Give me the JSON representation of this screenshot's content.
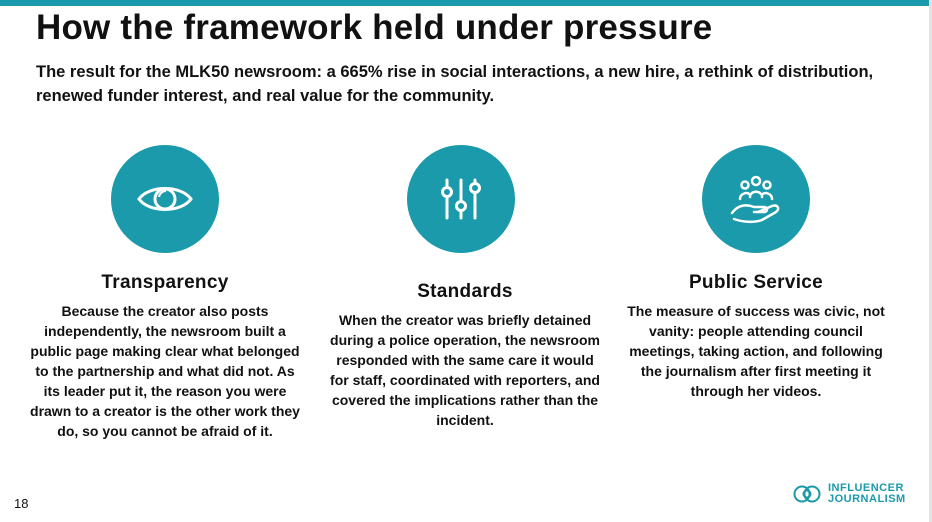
{
  "slide": {
    "title": "How the framework held under pressure",
    "subtitle": "The result for the MLK50 newsroom: a 665% rise in social interactions, a new hire, a rethink of distribution, renewed funder interest, and real value for the community.",
    "page_number": "18"
  },
  "columns": [
    {
      "icon": "eye-icon",
      "title": "Transparency",
      "text": "Because the creator also posts independently, the newsroom built a public page making clear what belonged to the partnership and what did not. As its leader put it, the reason you were drawn to a creator is the other work they do, so you cannot be afraid of it."
    },
    {
      "icon": "sliders-icon",
      "title": "Standards",
      "text": "When the creator was briefly detained during a police operation, the newsroom responded with the same care it would for staff, coordinated with reporters, and covered the implications rather than the incident."
    },
    {
      "icon": "hand-people-icon",
      "title": "Public Service",
      "text": "The measure of success was civic, not vanity: people attending council meetings, taking action, and following the journalism after first meeting it through her videos."
    }
  ],
  "logo": {
    "line1": "INFLUENCER",
    "line2": "JOURNALISM"
  },
  "colors": {
    "accent": "#1a9aaa",
    "text": "#111111"
  }
}
